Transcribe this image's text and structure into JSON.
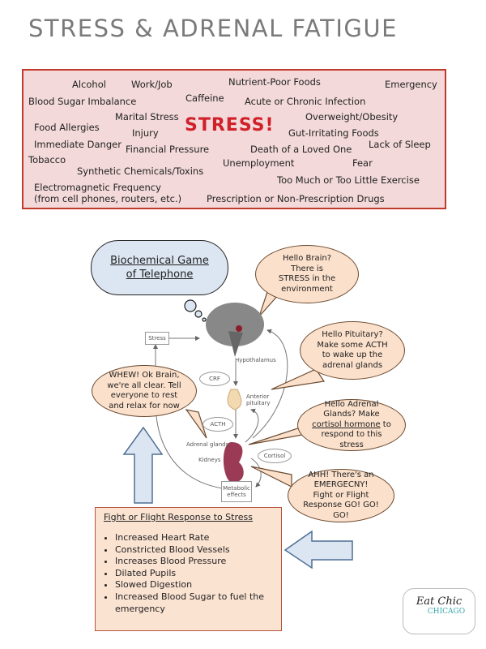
{
  "title": "STRESS & ADRENAL FATIGUE",
  "stressors": [
    "Alcohol",
    "Work/Job",
    "Nutrient-Poor Foods",
    "Emergency",
    "Blood Sugar Imbalance",
    "Caffeine",
    "Acute or Chronic Infection",
    "Marital Stress",
    "Overweight/Obesity",
    "Food Allergies",
    "Injury",
    "Gut-Irritating Foods",
    "Immediate Danger",
    "Financial Pressure",
    "Death of a Loved One",
    "Lack of Sleep",
    "Tobacco",
    "Unemployment",
    "Fear",
    "Synthetic Chemicals/Toxins",
    "Too Much or Too Little Exercise",
    "Electromagnetic Frequency",
    "(from cell phones, routers, etc.)",
    "Prescription or Non-Prescription Drugs"
  ],
  "stress_center": "STRESS!",
  "cloud": {
    "line1": "Biochemical Game",
    "line2": "of Telephone"
  },
  "bubbles": {
    "brain": "Hello Brain? There is STRESS in the environment",
    "pituitary": "Hello Pituitary? Make some ACTH to wake up the adrenal glands",
    "adrenal_pre": "Hello Adrenal Glands? Make ",
    "adrenal_u": "cortisol hormone",
    "adrenal_post": " to respond to this stress",
    "emergency": "AHH! There's an EMERGECNY! Fight or Flight Response GO! GO! GO!",
    "whew": "WHEW! Ok Brain, we're all clear. Tell everyone to rest and relax for now"
  },
  "diagram": {
    "stress": "Stress",
    "hypothalamus": "Hypothalamus",
    "crf": "CRF",
    "anterior": "Anterior pituitary",
    "acth": "ACTH",
    "adrenal": "Adrenal glands",
    "kidneys": "Kidneys",
    "cortisol": "Cortisol",
    "metabolic": "Metabolic effects",
    "plus": "+",
    "minus": "−"
  },
  "fight": {
    "title": "Fight or Flight Response to Stress",
    "items": [
      "Increased Heart Rate",
      "Constricted Blood Vessels",
      "Increases Blood Pressure",
      "Dilated Pupils",
      "Slowed Digestion",
      "Increased Blood Sugar to fuel the emergency"
    ]
  },
  "logo": {
    "line1": "Eat Chic",
    "line2": "CHICAGO"
  }
}
